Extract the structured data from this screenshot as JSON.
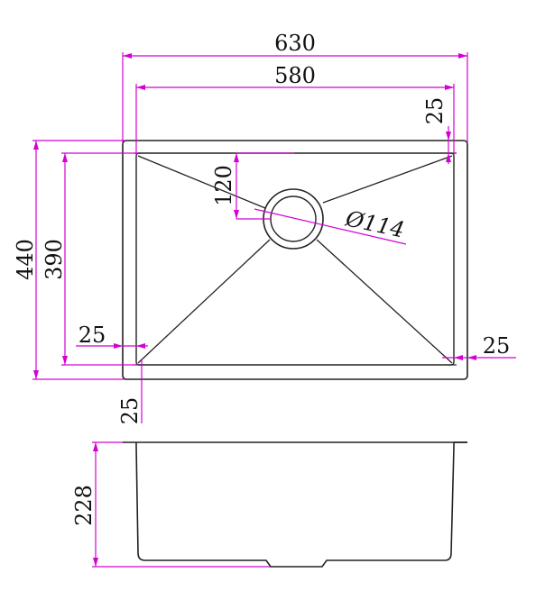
{
  "colors": {
    "outline": "#222222",
    "dimension": "#d400d4",
    "text": "#111111",
    "background": "#ffffff"
  },
  "dimensions": {
    "outer_width": "630",
    "inner_width": "580",
    "flange_top": "25",
    "drain_offset": "120",
    "drain_diameter": "Ø114",
    "outer_depth": "440",
    "inner_depth": "390",
    "flange_left": "25",
    "flange_right": "25",
    "flange_bottom": "25",
    "bowl_height": "228"
  }
}
